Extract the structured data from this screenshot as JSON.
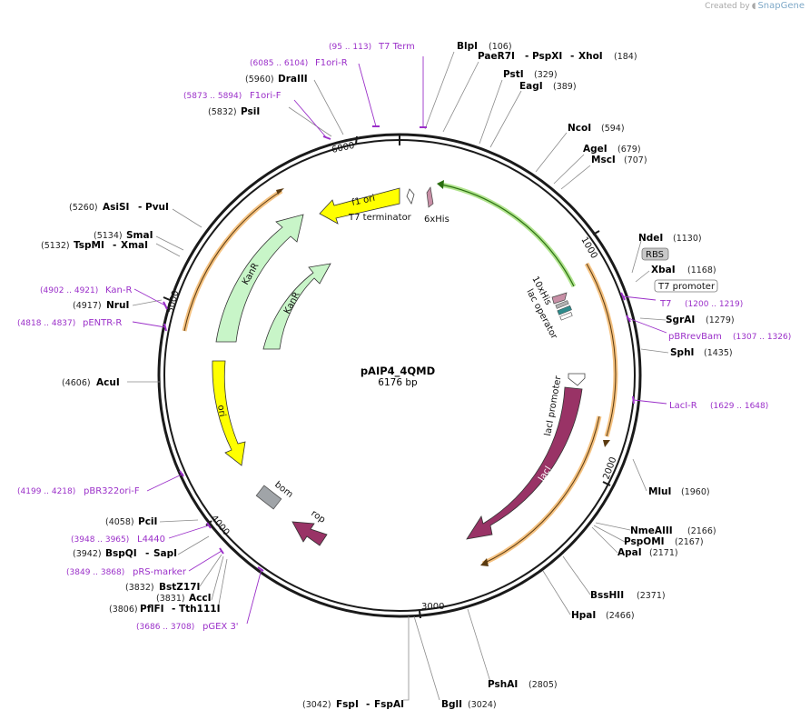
{
  "app": {
    "credit_prefix": "Created by",
    "credit_brand": "SnapGene"
  },
  "plasmid": {
    "name": "pAIP4_4QMD",
    "size_label": "6176 bp"
  },
  "tick_labels": [
    "1000",
    "2000",
    "3000",
    "4000",
    "5000",
    "6000"
  ],
  "enzymes": [
    {
      "id": "blpi",
      "name": "BlpI",
      "pos": "(106)"
    },
    {
      "id": "paer7i",
      "name": "PaeR7I",
      "sep": "-",
      "name2": "PspXI",
      "sep2": "-",
      "name3": "XhoI",
      "pos": "(184)"
    },
    {
      "id": "psti",
      "name": "PstI",
      "pos": "(329)"
    },
    {
      "id": "eagi",
      "name": "EagI",
      "pos": "(389)"
    },
    {
      "id": "ncoi",
      "name": "NcoI",
      "pos": "(594)"
    },
    {
      "id": "agei",
      "name": "AgeI",
      "pos": "(679)"
    },
    {
      "id": "msci",
      "name": "MscI",
      "pos": "(707)"
    },
    {
      "id": "ndei",
      "name": "NdeI",
      "pos": "(1130)"
    },
    {
      "id": "xbai",
      "name": "XbaI",
      "pos": "(1168)"
    },
    {
      "id": "sgrai",
      "name": "SgrAI",
      "pos": "(1279)"
    },
    {
      "id": "sphi",
      "name": "SphI",
      "pos": "(1435)"
    },
    {
      "id": "mlui",
      "name": "MluI",
      "pos": "(1960)"
    },
    {
      "id": "nmeaiii",
      "name": "NmeAIII",
      "pos": "(2166)"
    },
    {
      "id": "pspomi",
      "name": "PspOMI",
      "pos": "(2167)"
    },
    {
      "id": "apai",
      "name": "ApaI",
      "pos": "(2171)"
    },
    {
      "id": "bsshii",
      "name": "BssHII",
      "pos": "(2371)"
    },
    {
      "id": "hpai",
      "name": "HpaI",
      "pos": "(2466)"
    },
    {
      "id": "pshai",
      "name": "PshAI",
      "pos": "(2805)"
    },
    {
      "id": "bgli",
      "name": "BglI",
      "pos": "(3024)"
    },
    {
      "id": "fspi",
      "name": "FspI",
      "sep": "-",
      "name2": "FspAI",
      "pos": "(3042)"
    },
    {
      "id": "pflfi",
      "name": "PflFI",
      "sep": "-",
      "name2": "Tth111I",
      "pos": "(3806)"
    },
    {
      "id": "acci",
      "name": "AccI",
      "pos": "(3831)"
    },
    {
      "id": "bstz17i",
      "name": "BstZ17I",
      "pos": "(3832)"
    },
    {
      "id": "bspqi",
      "name": "BspQI",
      "sep": "-",
      "name2": "SapI",
      "pos": "(3942)"
    },
    {
      "id": "pcii",
      "name": "PciI",
      "pos": "(4058)"
    },
    {
      "id": "acui",
      "name": "AcuI",
      "pos": "(4606)"
    },
    {
      "id": "nrui",
      "name": "NruI",
      "pos": "(4917)"
    },
    {
      "id": "tspmi",
      "name": "TspMI",
      "sep": "-",
      "name2": "XmaI",
      "pos": "(5132)"
    },
    {
      "id": "smai",
      "name": "SmaI",
      "pos": "(5134)"
    },
    {
      "id": "asisi",
      "name": "AsiSI",
      "sep": "-",
      "name2": "PvuI",
      "pos": "(5260)"
    },
    {
      "id": "psii",
      "name": "PsiI",
      "pos": "(5832)"
    },
    {
      "id": "draiii",
      "name": "DraIII",
      "pos": "(5960)"
    }
  ],
  "primers": [
    {
      "id": "t7term",
      "name": "T7 Term",
      "range": "(95 .. 113)"
    },
    {
      "id": "f1orir",
      "name": "F1ori-R",
      "range": "(6085 .. 6104)"
    },
    {
      "id": "f1orif",
      "name": "F1ori-F",
      "range": "(5873 .. 5894)"
    },
    {
      "id": "t7",
      "name": "T7",
      "range": "(1200 .. 1219)"
    },
    {
      "id": "pbrrevbam",
      "name": "pBRrevBam",
      "range": "(1307 .. 1326)"
    },
    {
      "id": "laci-r",
      "name": "LacI-R",
      "range": "(1629 .. 1648)"
    },
    {
      "id": "kanr",
      "name": "Kan-R",
      "range": "(4902 .. 4921)"
    },
    {
      "id": "pentrr",
      "name": "pENTR-R",
      "range": "(4818 .. 4837)"
    },
    {
      "id": "pbr322orif",
      "name": "pBR322ori-F",
      "range": "(4199 .. 4218)"
    },
    {
      "id": "l4440",
      "name": "L4440",
      "range": "(3948 .. 3965)"
    },
    {
      "id": "prsmarker",
      "name": "pRS-marker",
      "range": "(3849 .. 3868)"
    },
    {
      "id": "pgex3",
      "name": "pGEX 3'",
      "range": "(3686 .. 3708)"
    }
  ],
  "features": {
    "f1ori": "f1 ori",
    "t7terminator": "T7 terminator",
    "his6": "6xHis",
    "his10": "10xHis",
    "lacoperator": "lac operator",
    "rbs": "RBS",
    "t7promoter": "T7 promoter",
    "laciprom": "lacI promoter",
    "laci": "lacI",
    "kanr1": "KanR",
    "kanr2": "KanR",
    "ori": "ori",
    "bom": "bom",
    "rop": "rop"
  },
  "colors": {
    "backbone": "#1a1a1a",
    "primer": "#9b30c9",
    "ori": "#ffff00",
    "kanr": "#c8f5c8",
    "laci": "#993366",
    "his_tag": "#c88fa6",
    "orf_orange": "#f0a64a",
    "orf_green": "#6fcc2f"
  }
}
